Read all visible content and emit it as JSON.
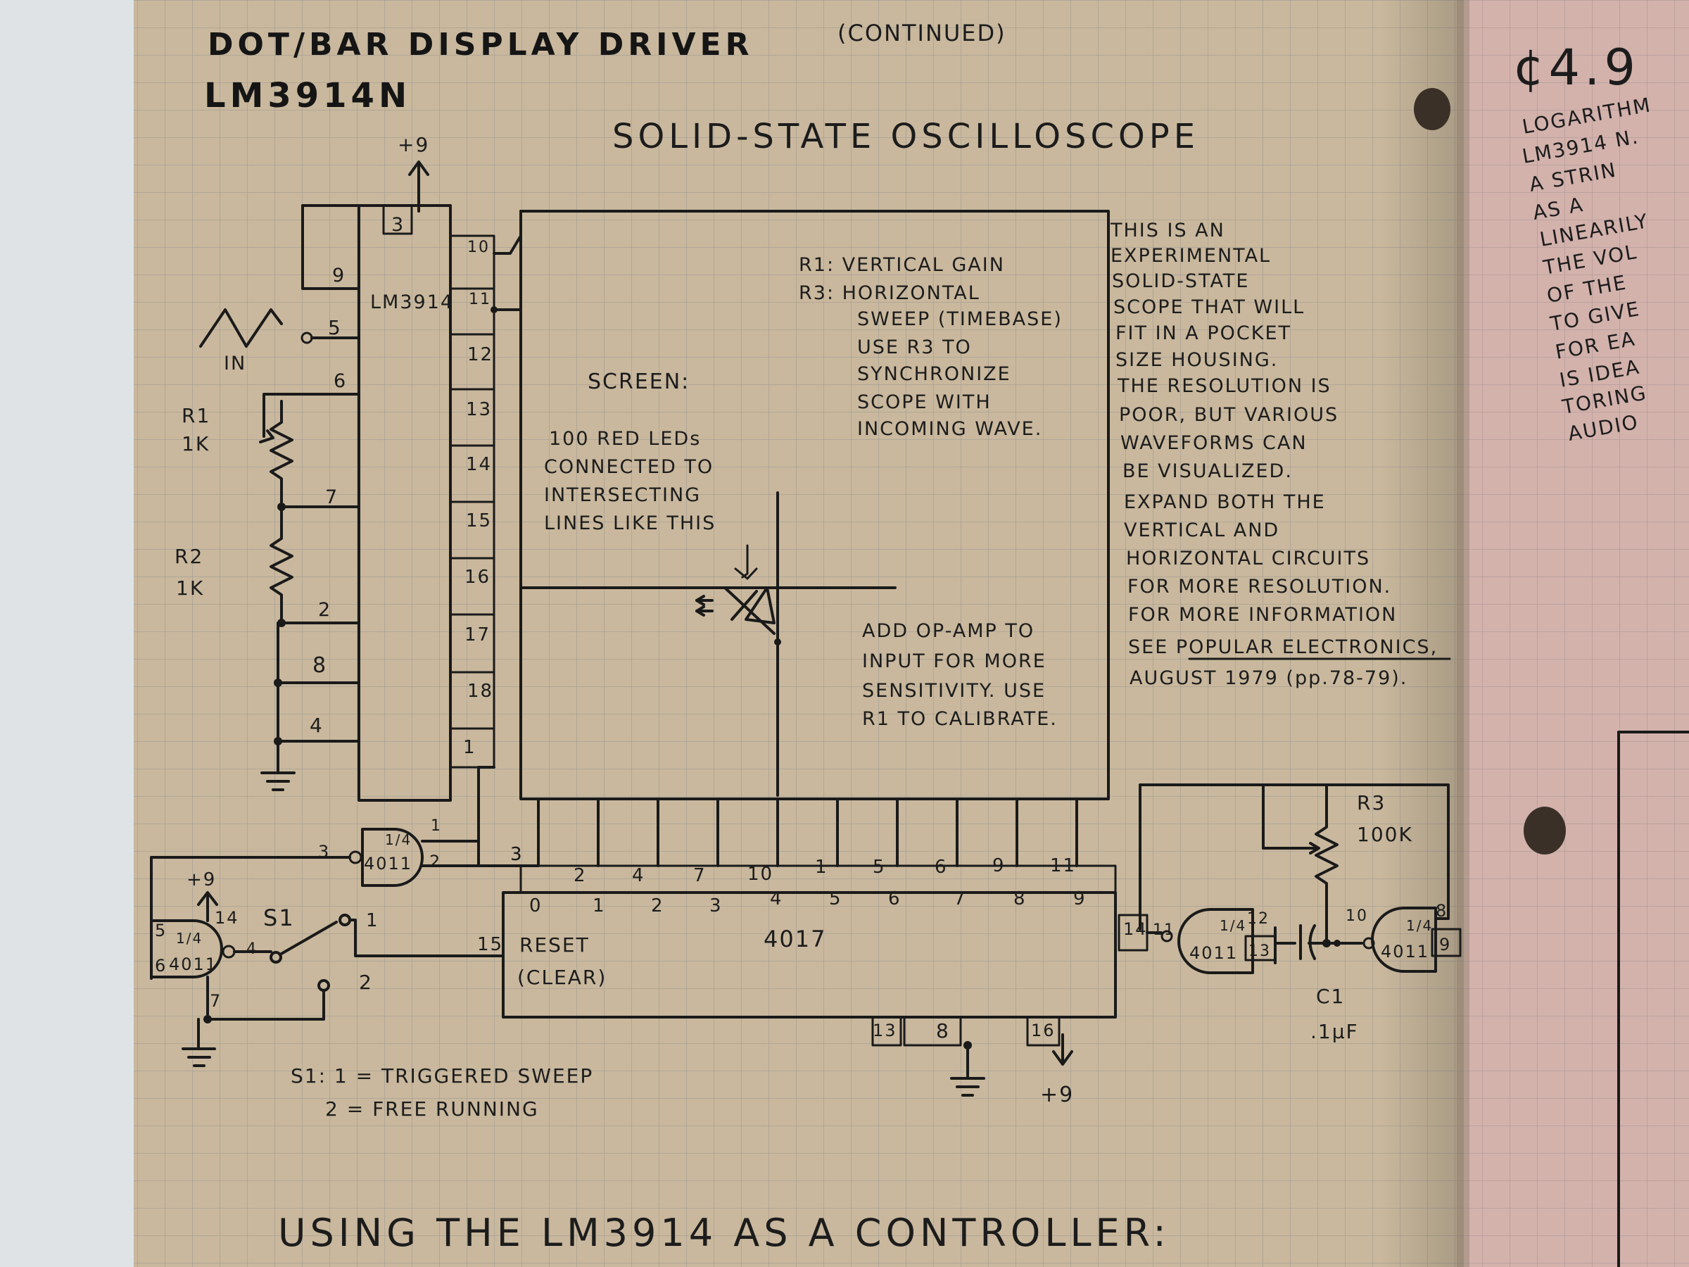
{
  "header": {
    "title": "DOT/BAR DISPLAY DRIVER",
    "continued": "(CONTINUED)",
    "part": "LM3914N"
  },
  "diagram": {
    "title": "SOLID-STATE OSCILLOSCOPE",
    "supply_top": "+9",
    "lm3914": {
      "label": "LM3914",
      "left_pins": [
        "3",
        "9",
        "5",
        "6",
        "7",
        "2",
        "8",
        "4"
      ],
      "right_pins": [
        "10",
        "11",
        "12",
        "13",
        "14",
        "15",
        "16",
        "17",
        "18",
        "1"
      ]
    },
    "input_label": "IN",
    "r1": {
      "name": "R1",
      "value": "1K"
    },
    "r2": {
      "name": "R2",
      "value": "1K"
    },
    "screen": {
      "label": "SCREEN:",
      "led_note": [
        "100 RED LEDs",
        "CONNECTED TO",
        "INTERSECTING",
        "LINES LIKE THIS"
      ],
      "controls_note": [
        "R1: VERTICAL GAIN",
        "R3: HORIZONTAL",
        "SWEEP (TIMEBASE)",
        "USE R3 TO",
        "SYNCHRONIZE",
        "SCOPE WITH",
        "INCOMING WAVE."
      ],
      "opamp_note": [
        "ADD OP-AMP TO",
        "INPUT FOR MORE",
        "SENSITIVITY. USE",
        "R1 TO CALIBRATE."
      ]
    },
    "description": [
      "THIS IS AN",
      "EXPERIMENTAL",
      "SOLID-STATE",
      "SCOPE THAT WILL",
      "FIT IN A POCKET",
      "SIZE HOUSING.",
      "THE RESOLUTION IS",
      "POOR, BUT VARIOUS",
      "WAVEFORMS CAN",
      "BE VISUALIZED.",
      "EXPAND BOTH THE",
      "VERTICAL AND",
      "HORIZONTAL CIRCUITS",
      "FOR MORE RESOLUTION.",
      "FOR MORE INFORMATION",
      "SEE POPULAR ELECTRONICS,",
      "AUGUST 1979 (pp.78-79)."
    ],
    "counter": {
      "label": "4017",
      "reset": "RESET",
      "clear": "(CLEAR)",
      "outputs": [
        "0",
        "1",
        "2",
        "3",
        "4",
        "5",
        "6",
        "7",
        "8",
        "9"
      ],
      "output_pins": [
        "3",
        "2",
        "4",
        "7",
        "10",
        "1",
        "5",
        "6",
        "9",
        "11"
      ],
      "pin_reset": "15",
      "pin_clock": "14",
      "bottom_pins": [
        "13",
        "8",
        "16"
      ],
      "supply": "+9"
    },
    "gate_top": {
      "label": "1/4",
      "chip": "4011",
      "pin_in_a": "1",
      "pin_in_b": "2",
      "pin_out": "3"
    },
    "gate_trigger": {
      "label": "1/4",
      "chip": "4011",
      "pins": [
        "5",
        "6",
        "4",
        "14",
        "7"
      ],
      "supply": "+9"
    },
    "switch": {
      "name": "S1",
      "pos1": "1",
      "pos2": "2"
    },
    "switch_legend": [
      "S1: 1 = TRIGGERED SWEEP",
      "2 = FREE RUNNING"
    ],
    "osc_gate_a": {
      "label": "1/4",
      "chip": "4011",
      "pins": [
        "11",
        "12",
        "13"
      ]
    },
    "osc_gate_b": {
      "label": "1/4",
      "chip": "4011",
      "pins": [
        "10",
        "8",
        "9"
      ]
    },
    "r3": {
      "name": "R3",
      "value": "100K"
    },
    "c1": {
      "name": "C1",
      "value": ".1µF"
    }
  },
  "right_page": {
    "lines": [
      "¢4.9",
      "LOGARITHM",
      "LM3914 N.",
      "A STRIN",
      "AS A",
      "LINEARILY",
      "THE VOL",
      "OF THE",
      "TO GIVE",
      "FOR EA",
      "IS IDEA",
      "TORING",
      "AUDIO"
    ]
  },
  "next_section": "USING THE LM3914 AS A CONTROLLER:"
}
